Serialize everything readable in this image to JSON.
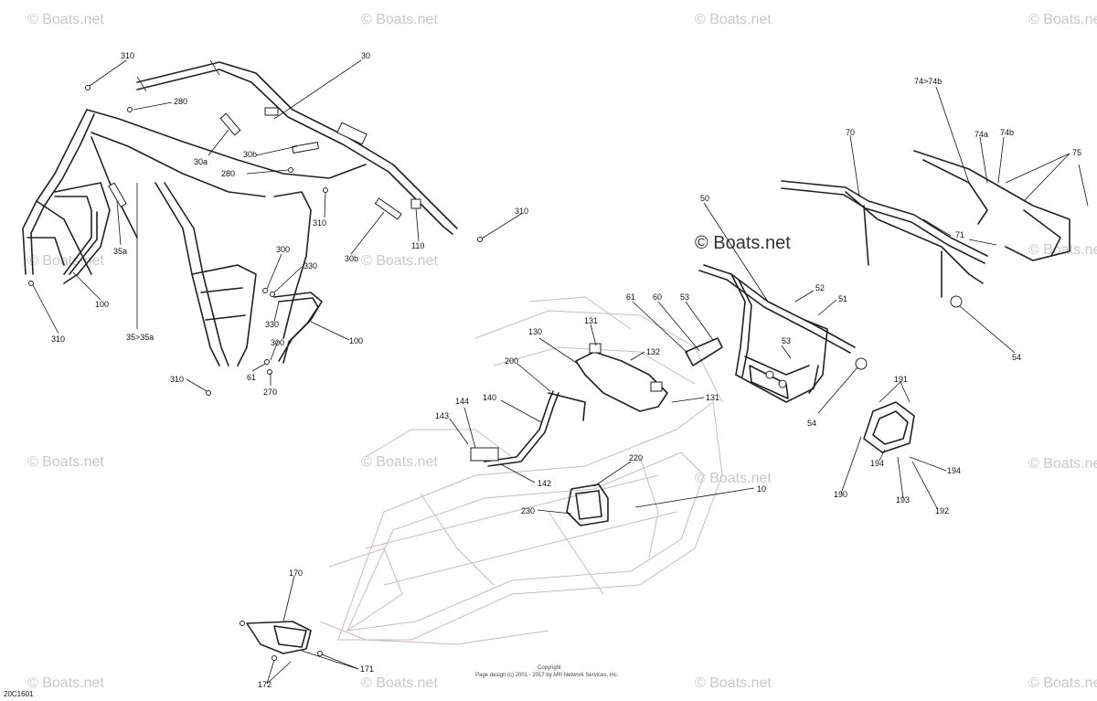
{
  "watermarks": {
    "faint": "© Boats.net",
    "strong": "© Boats.net"
  },
  "footer": {
    "copyright": "Copyright",
    "page_design": "Page design (c) 2001 - 2017 by ARI Network Services, Inc.",
    "diagram_code": "20C1601"
  },
  "callouts": [
    "310",
    "30",
    "280",
    "30a",
    "30b",
    "280",
    "310",
    "35a",
    "100",
    "35>35a",
    "310",
    "310",
    "300",
    "330",
    "330",
    "300",
    "100",
    "61",
    "270",
    "310",
    "110",
    "30b",
    "130",
    "131",
    "61",
    "60",
    "53",
    "132",
    "131",
    "200",
    "140",
    "144",
    "143",
    "142",
    "220",
    "230",
    "10",
    "50",
    "52",
    "51",
    "53",
    "54",
    "70",
    "74>74b",
    "74a",
    "74b",
    "75",
    "71",
    "54",
    "191",
    "194",
    "194",
    "190",
    "193",
    "192",
    "170",
    "171",
    "172"
  ]
}
